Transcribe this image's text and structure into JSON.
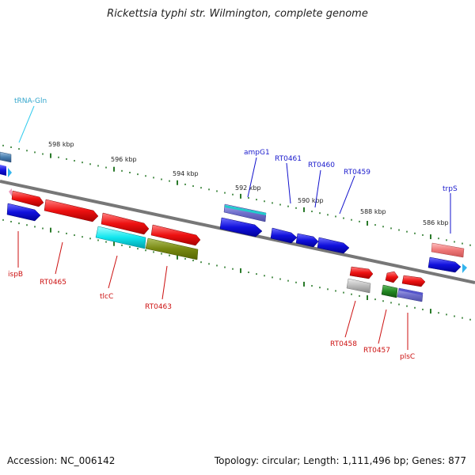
{
  "title": "Rickettsia typhi str. Wilmington, complete genome",
  "footer": {
    "accession": "Accession: NC_006142",
    "stats": "Topology: circular; Length: 1,111,496 bp; Genes: 877"
  },
  "colors": {
    "backbone": "#808080",
    "tick": "#2a7a2a",
    "red_gene": "#ee1111",
    "blue_gene": "#1111dd",
    "label_blue": "#1a1acc",
    "label_red": "#cc1111",
    "label_cyan": "#33a6cc"
  },
  "scale_labels": [
    "598 kbp",
    "596 kbp",
    "594 kbp",
    "592 kbp",
    "590 kbp",
    "588 kbp",
    "586 kbp"
  ],
  "gene_labels_top": [
    "tRNA-Gln",
    "ampG1",
    "RT0461",
    "RT0460",
    "RT0459",
    "trpS"
  ],
  "gene_labels_bottom": [
    "ispB",
    "RT0465",
    "tlcC",
    "RT0463",
    "RT0458",
    "RT0457",
    "plsC"
  ]
}
